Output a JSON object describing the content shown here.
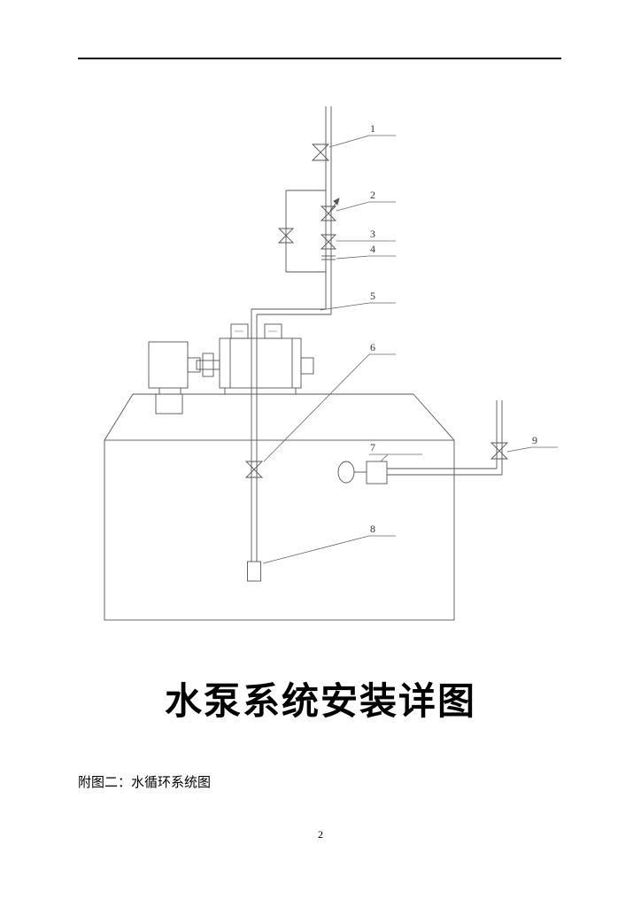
{
  "page": {
    "title": "水泵系统安装详图",
    "caption": "附图二：水循环系统图",
    "page_number": "2"
  },
  "diagram": {
    "callouts": [
      {
        "label": "1"
      },
      {
        "label": "2"
      },
      {
        "label": "3"
      },
      {
        "label": "4"
      },
      {
        "label": "5"
      },
      {
        "label": "6"
      },
      {
        "label": "7"
      },
      {
        "label": "8"
      },
      {
        "label": "9"
      }
    ]
  }
}
